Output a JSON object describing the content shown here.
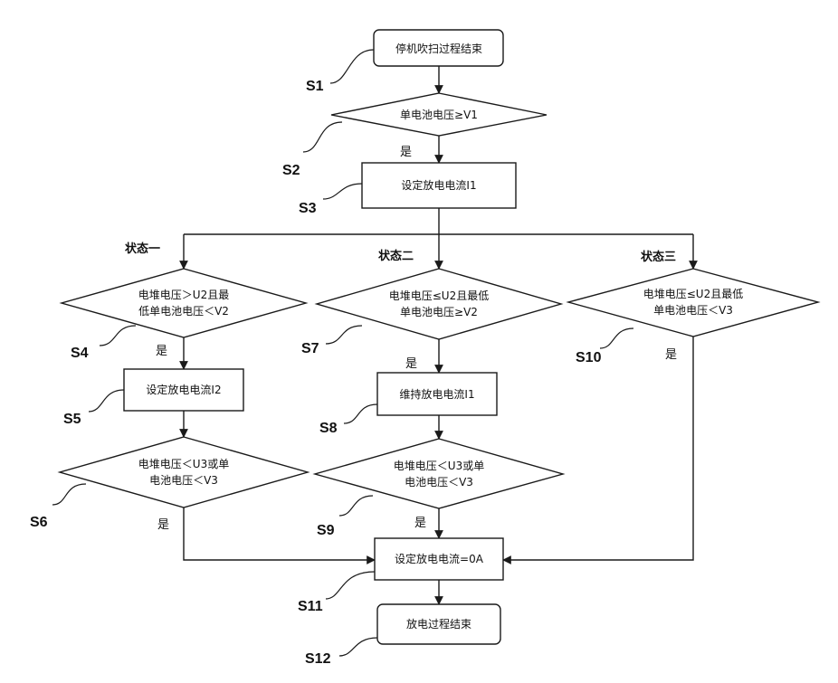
{
  "nodes": {
    "n1": "停机吹扫过程结束",
    "n2": "单电池电压≥V1",
    "n3": "设定放电电流I1",
    "n4_l1": "电堆电压＞U2且最",
    "n4_l2": "低单电池电压＜V2",
    "n5": "设定放电电流I2",
    "n6_l1": "电堆电压＜U3或单",
    "n6_l2": "电池电压＜V3",
    "n7_l1": "电堆电压≤U2且最低",
    "n7_l2": "单电池电压≥V2",
    "n8": "维持放电电流I1",
    "n9_l1": "电堆电压＜U3或单",
    "n9_l2": "电池电压＜V3",
    "n10_l1": "电堆电压≤U2且最低",
    "n10_l2": "单电池电压＜V3",
    "n11": "设定放电电流=0A",
    "n12": "放电过程结束"
  },
  "states": {
    "s1": "状态一",
    "s2": "状态二",
    "s3": "状态三"
  },
  "yes_label": "是",
  "steps": {
    "S1": "S1",
    "S2": "S2",
    "S3": "S3",
    "S4": "S4",
    "S5": "S5",
    "S6": "S6",
    "S7": "S7",
    "S8": "S8",
    "S9": "S9",
    "S10": "S10",
    "S11": "S11",
    "S12": "S12"
  },
  "colors": {
    "stroke": "#1a1a1a",
    "text": "#111111",
    "background": "#ffffff"
  }
}
